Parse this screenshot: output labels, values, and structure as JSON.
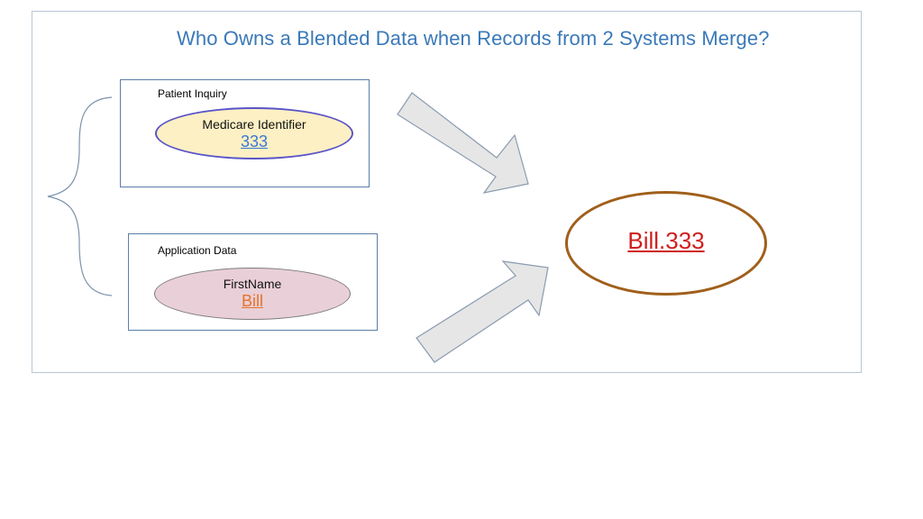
{
  "title": "Who Owns a Blended Data when Records from 2 Systems Merge?",
  "patient_inquiry": {
    "label": "Patient Inquiry",
    "field_label": "Medicare Identifier",
    "field_value": "333"
  },
  "application_data": {
    "label": "Application Data",
    "field_label": "FirstName",
    "field_value": "Bill"
  },
  "result": {
    "value": "Bill.333"
  },
  "colors": {
    "title": "#3a79b8",
    "box_border": "#5b7fa8",
    "medicare_fill": "#fdf0c4",
    "medicare_border": "#5a55c8",
    "medicare_value": "#3a79d6",
    "firstname_fill": "#e9cfd8",
    "firstname_border": "#7d7d7d",
    "firstname_value": "#e5732a",
    "result_border": "#a05f1b",
    "result_value": "#d01f1f",
    "arrow_fill": "#e6e6e6",
    "arrow_border": "#8a9bb0"
  }
}
